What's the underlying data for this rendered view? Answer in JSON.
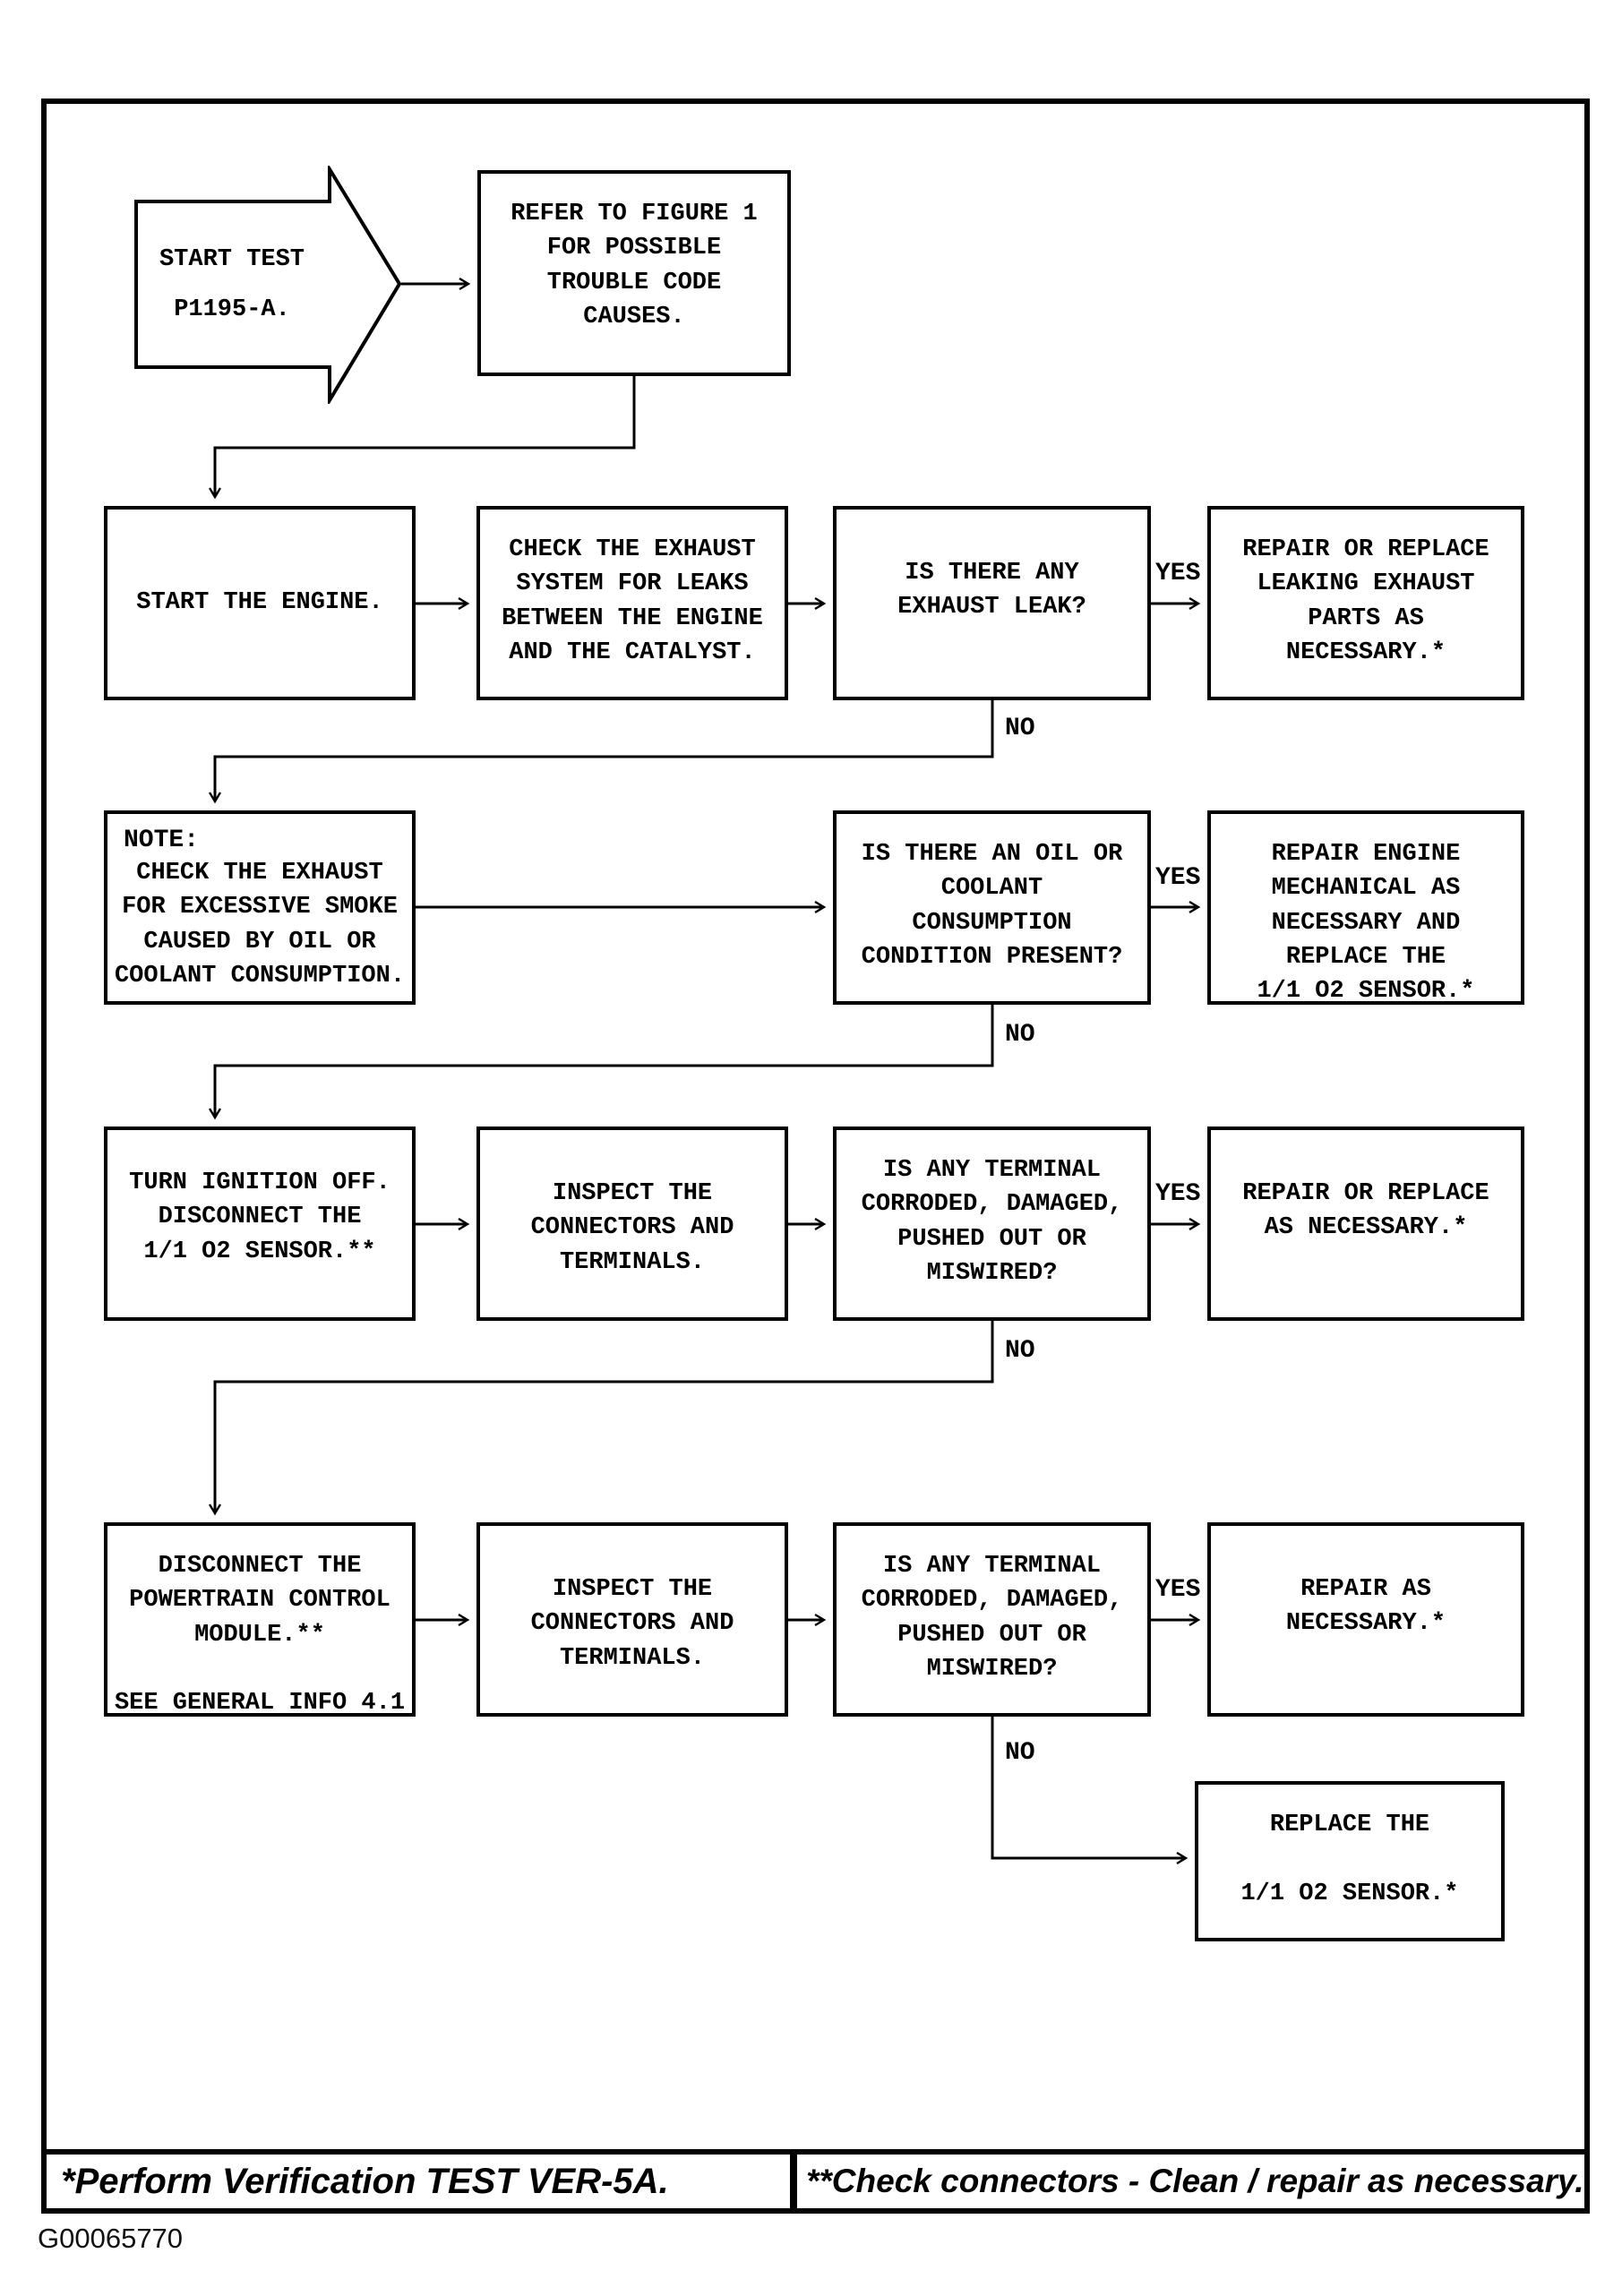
{
  "labels": {
    "yes": "YES",
    "no": "NO"
  },
  "start": {
    "line1": "START TEST",
    "line2": "P1195-A."
  },
  "nodes": {
    "refer": "REFER TO FIGURE 1\nFOR POSSIBLE\nTROUBLE CODE\nCAUSES.",
    "start_engine": "START THE ENGINE.",
    "check_exhaust": "CHECK THE EXHAUST\nSYSTEM FOR LEAKS\nBETWEEN THE ENGINE\nAND THE CATALYST.",
    "q_exhaust_leak": "IS THERE ANY\nEXHAUST LEAK?",
    "fix_leak": "REPAIR OR REPLACE\nLEAKING EXHAUST\nPARTS AS\nNECESSARY.*",
    "note_title": "NOTE:",
    "note_body": "CHECK THE EXHAUST\nFOR EXCESSIVE SMOKE\nCAUSED BY OIL OR\nCOOLANT CONSUMPTION.",
    "q_oil_coolant": "IS THERE AN OIL OR\nCOOLANT\nCONSUMPTION\nCONDITION PRESENT?",
    "fix_engine": "REPAIR ENGINE\nMECHANICAL AS\nNECESSARY AND\nREPLACE THE\n1/1 O2 SENSOR.*",
    "turn_ignition": "TURN IGNITION OFF.\nDISCONNECT THE\n1/1 O2 SENSOR.**",
    "inspect_1": "INSPECT THE\nCONNECTORS AND\nTERMINALS.",
    "q_terminal_1": "IS ANY TERMINAL\nCORRODED, DAMAGED,\nPUSHED OUT OR\nMISWIRED?",
    "fix_terminal_1": "REPAIR OR REPLACE\nAS NECESSARY.*",
    "disconnect_pcm": "DISCONNECT THE\nPOWERTRAIN CONTROL\nMODULE.**\n\nSEE GENERAL INFO 4.1",
    "inspect_2": "INSPECT THE\nCONNECTORS AND\nTERMINALS.",
    "q_terminal_2": "IS ANY TERMINAL\nCORRODED, DAMAGED,\nPUSHED OUT OR\nMISWIRED?",
    "fix_terminal_2": "REPAIR AS\nNECESSARY.*",
    "replace_sensor": "REPLACE THE\n\n1/1 O2 SENSOR.*"
  },
  "footer": {
    "left": "*Perform Verification TEST VER-5A.",
    "right": "**Check connectors - Clean / repair as necessary."
  },
  "artifact_id": "G00065770"
}
